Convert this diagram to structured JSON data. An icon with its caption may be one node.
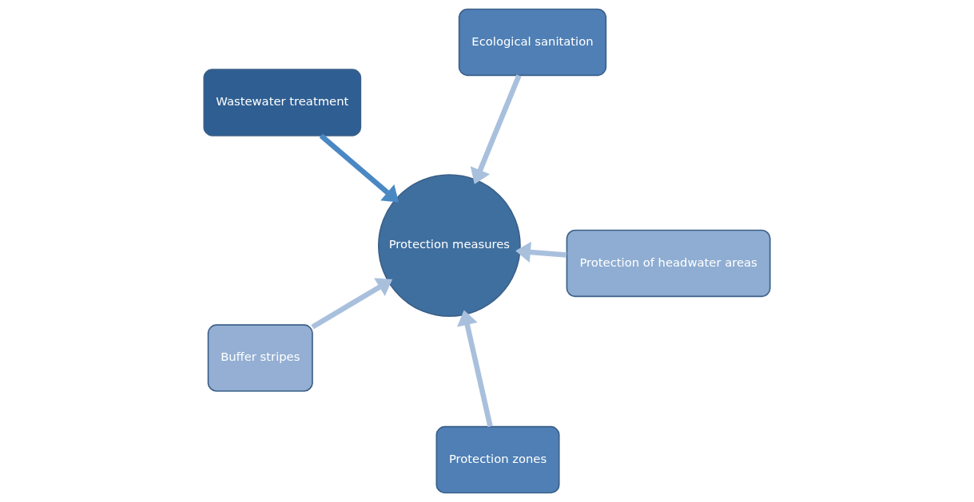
{
  "diagram": {
    "nodes": [
      {
        "text": [
          "Buffer stripes"
        ]
      },
      {
        "text": [
          "Protection of headwater areas"
        ]
      },
      {
        "text": [
          "Protection zones"
        ]
      },
      {
        "text": [
          "Ecological sanitation"
        ]
      },
      {
        "text": [
          "Protection measures"
        ]
      },
      {
        "text": [
          "Wastewater treatment"
        ]
      }
    ],
    "edges": [
      {
        "from": 0,
        "to": 4,
        "arrow": "to"
      },
      {
        "from": 1,
        "to": 4,
        "arrow": "to"
      },
      {
        "from": 2,
        "to": 4,
        "arrow": "to"
      },
      {
        "from": 3,
        "to": 4,
        "arrow": "to"
      },
      {
        "from": 5,
        "to": 4,
        "arrow": "to",
        "color": "#4a88c4"
      }
    ]
  }
}
